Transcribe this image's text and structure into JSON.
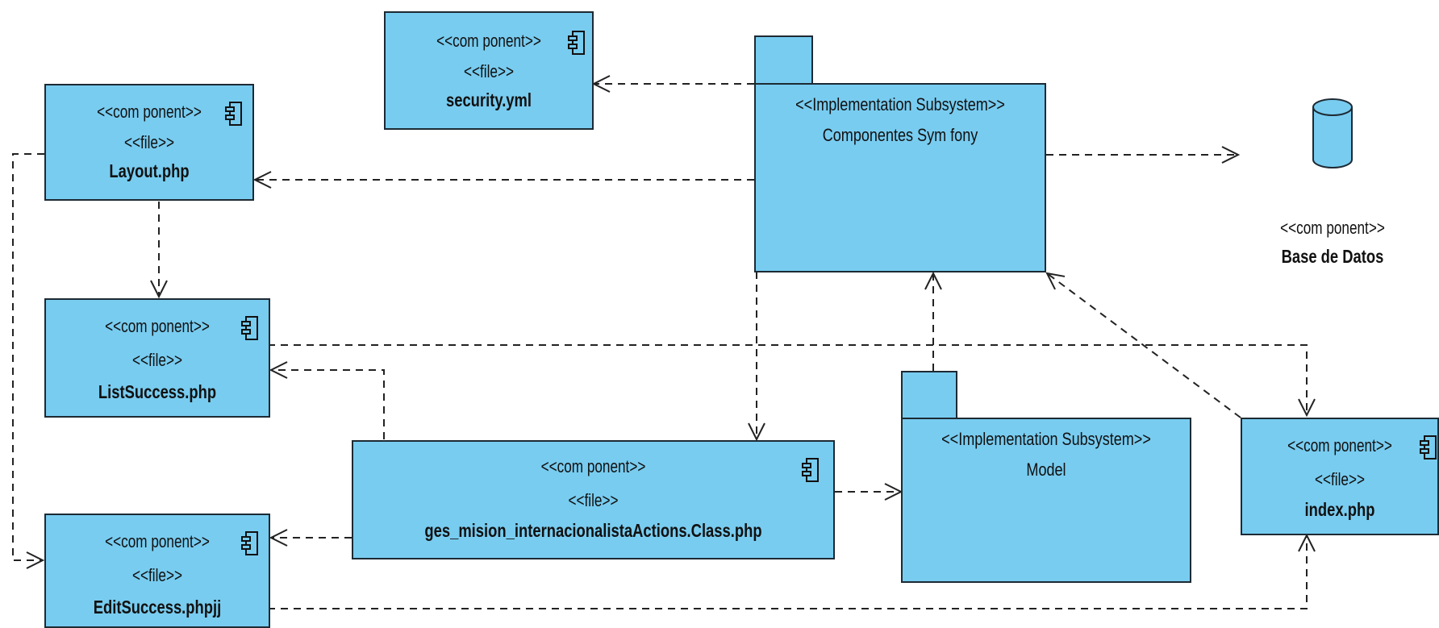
{
  "components": {
    "security": {
      "stereotype": "<<com ponent>>",
      "file": "<<file>>",
      "name": "security.yml"
    },
    "layout": {
      "stereotype": "<<com ponent>>",
      "file": "<<file>>",
      "name": "Layout.php"
    },
    "list_success": {
      "stereotype": "<<com ponent>>",
      "file": "<<file>>",
      "name": "ListSuccess.php"
    },
    "edit_success": {
      "stereotype": "<<com ponent>>",
      "file": "<<file>>",
      "name": "EditSuccess.phpjj"
    },
    "actions": {
      "stereotype": "<<com ponent>>",
      "file": "<<file>>",
      "name": "ges_mision_internacionalistaActions.Class.php"
    },
    "index": {
      "stereotype": "<<com ponent>>",
      "file": "<<file>>",
      "name": "index.php"
    }
  },
  "subsystems": {
    "symfony": {
      "stereotype": "<<Implementation Subsystem>>",
      "name": "Componentes Sym fony"
    },
    "model": {
      "stereotype": "<<Implementation Subsystem>>",
      "name": "Model"
    }
  },
  "database": {
    "stereotype": "<<com ponent>>",
    "name": "Base de Datos"
  },
  "colors": {
    "fill": "#78CCF0",
    "stroke": "#1d2a33",
    "database_fill": "#78CCF0"
  }
}
